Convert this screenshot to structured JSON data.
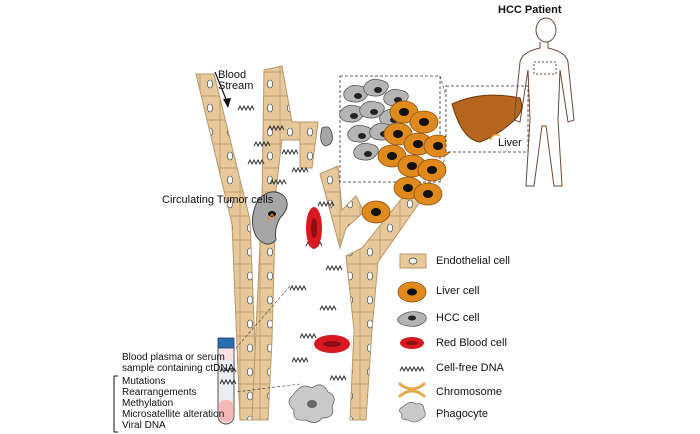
{
  "labels": {
    "patient": "HCC Patient",
    "liver": "Liver",
    "blood_stream": "Blood\nStream",
    "ctc": "Circulating Tumor cells",
    "plasma": "Blood plasma or serum\nsample containing ctDNA"
  },
  "ctdna_features": [
    "Mutations",
    "Rearrangements",
    "Methylation",
    "Microsatellite alteration",
    "Viral DNA"
  ],
  "legend": [
    {
      "label": "Endothelial cell",
      "icon": "endothelial-cell-icon"
    },
    {
      "label": "Liver cell",
      "icon": "liver-cell-icon"
    },
    {
      "label": "HCC cell",
      "icon": "hcc-cell-icon"
    },
    {
      "label": "Red Blood cell",
      "icon": "red-blood-cell-icon"
    },
    {
      "label": "Cell-free DNA",
      "icon": "cell-free-dna-icon"
    },
    {
      "label": "Chromosome",
      "icon": "chromosome-icon"
    },
    {
      "label": "Phagocyte",
      "icon": "phagocyte-icon"
    }
  ],
  "colors": {
    "endothelial": "#E6C89A",
    "endothelial_stroke": "#B8986A",
    "liver_cell": "#E08A1E",
    "hcc_cell": "#A6A6A6",
    "rbc": "#D71920",
    "liver_organ": "#B5651D"
  }
}
